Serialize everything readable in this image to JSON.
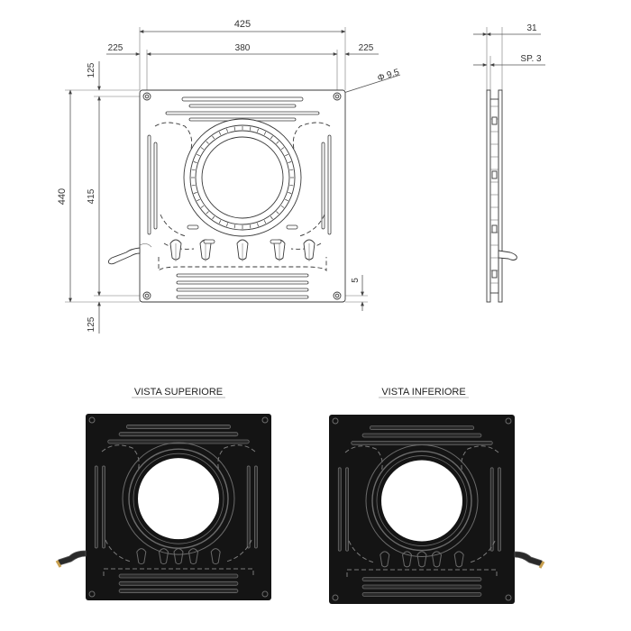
{
  "colors": {
    "line": "#555555",
    "part_outline": "#3a3a3a",
    "solid_view_fill": "#141414",
    "solid_view_detail": "#6b6b6b",
    "opening_fill": "#ffffff"
  },
  "front_view": {
    "dim_overall_width": "425",
    "dim_side_left": "225",
    "dim_side_right": "225",
    "dim_hole_spacing_width": "380",
    "dim_hole_diameter": "Φ 9.5",
    "dim_overall_height": "440",
    "dim_hole_spacing_height": "415",
    "dim_top_offset": "125",
    "dim_bottom_offset": "125",
    "dim_edge_offset": "5"
  },
  "side_view": {
    "dim_total_thickness": "31",
    "dim_plate_thickness": "SP. 3"
  },
  "bottom_views": {
    "top_view_title": "VISTA SUPERIORE",
    "bottom_view_title": "VISTA INFERIORE"
  }
}
